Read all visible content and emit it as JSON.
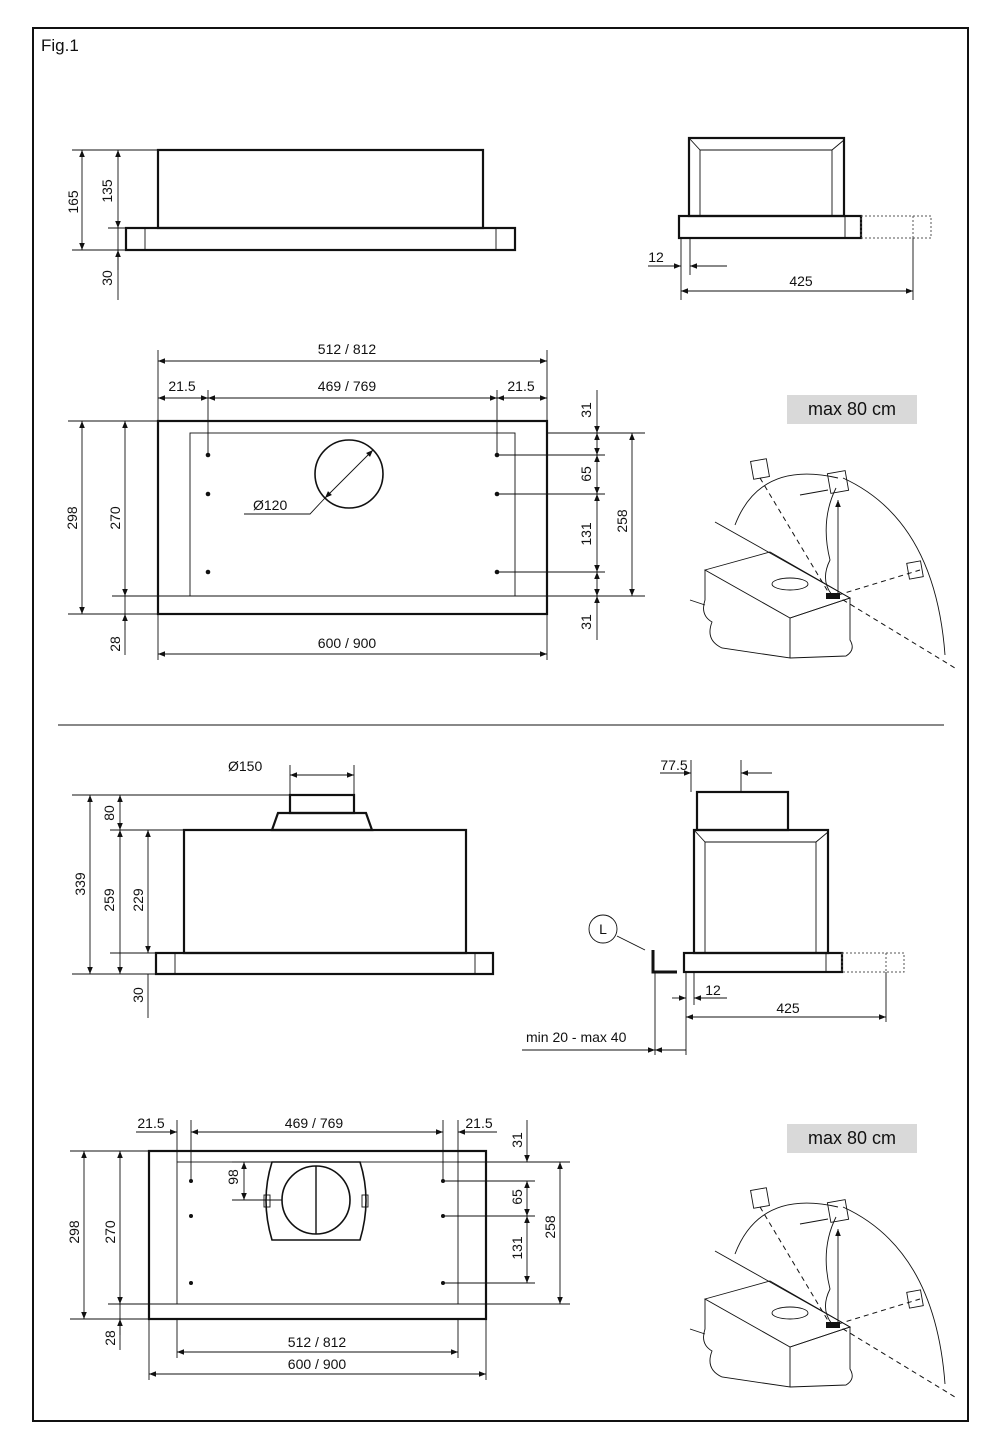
{
  "figure": {
    "label": "Fig.1"
  },
  "top_section": {
    "front": {
      "overall_height": "165",
      "body_height": "135",
      "lip": "30"
    },
    "side": {
      "offset": "12",
      "depth": "425"
    },
    "plan": {
      "width_total": "512 / 812",
      "edge_left": "21.5",
      "hole_span": "469 / 769",
      "edge_right": "21.5",
      "depth_total": "298",
      "depth_inner": "270",
      "front_strip": "28",
      "outlet_diameter": "Ø120",
      "bottom_width": "600 / 900",
      "right_top": "31",
      "right_65": "65",
      "right_131": "131",
      "right_258": "258",
      "right_bottom": "31"
    },
    "max_label": "max 80 cm"
  },
  "bottom_section": {
    "front": {
      "duct_diameter": "Ø150",
      "top": "80",
      "total": "339",
      "body": "259",
      "inner": "229",
      "lip": "30"
    },
    "side": {
      "offset_top": "77.5",
      "callout": "L",
      "offset": "12",
      "depth": "425",
      "range": "min 20 - max 40"
    },
    "plan": {
      "edge_left": "21.5",
      "hole_span": "469 / 769",
      "edge_right": "21.5",
      "collar": "98",
      "depth_total": "298",
      "depth_inner": "270",
      "front_strip": "28",
      "right_top": "31",
      "right_65": "65",
      "right_131": "131",
      "right_258": "258",
      "inner_width": "512 / 812",
      "outer_width": "600 / 900"
    },
    "max_label": "max 80 cm"
  }
}
